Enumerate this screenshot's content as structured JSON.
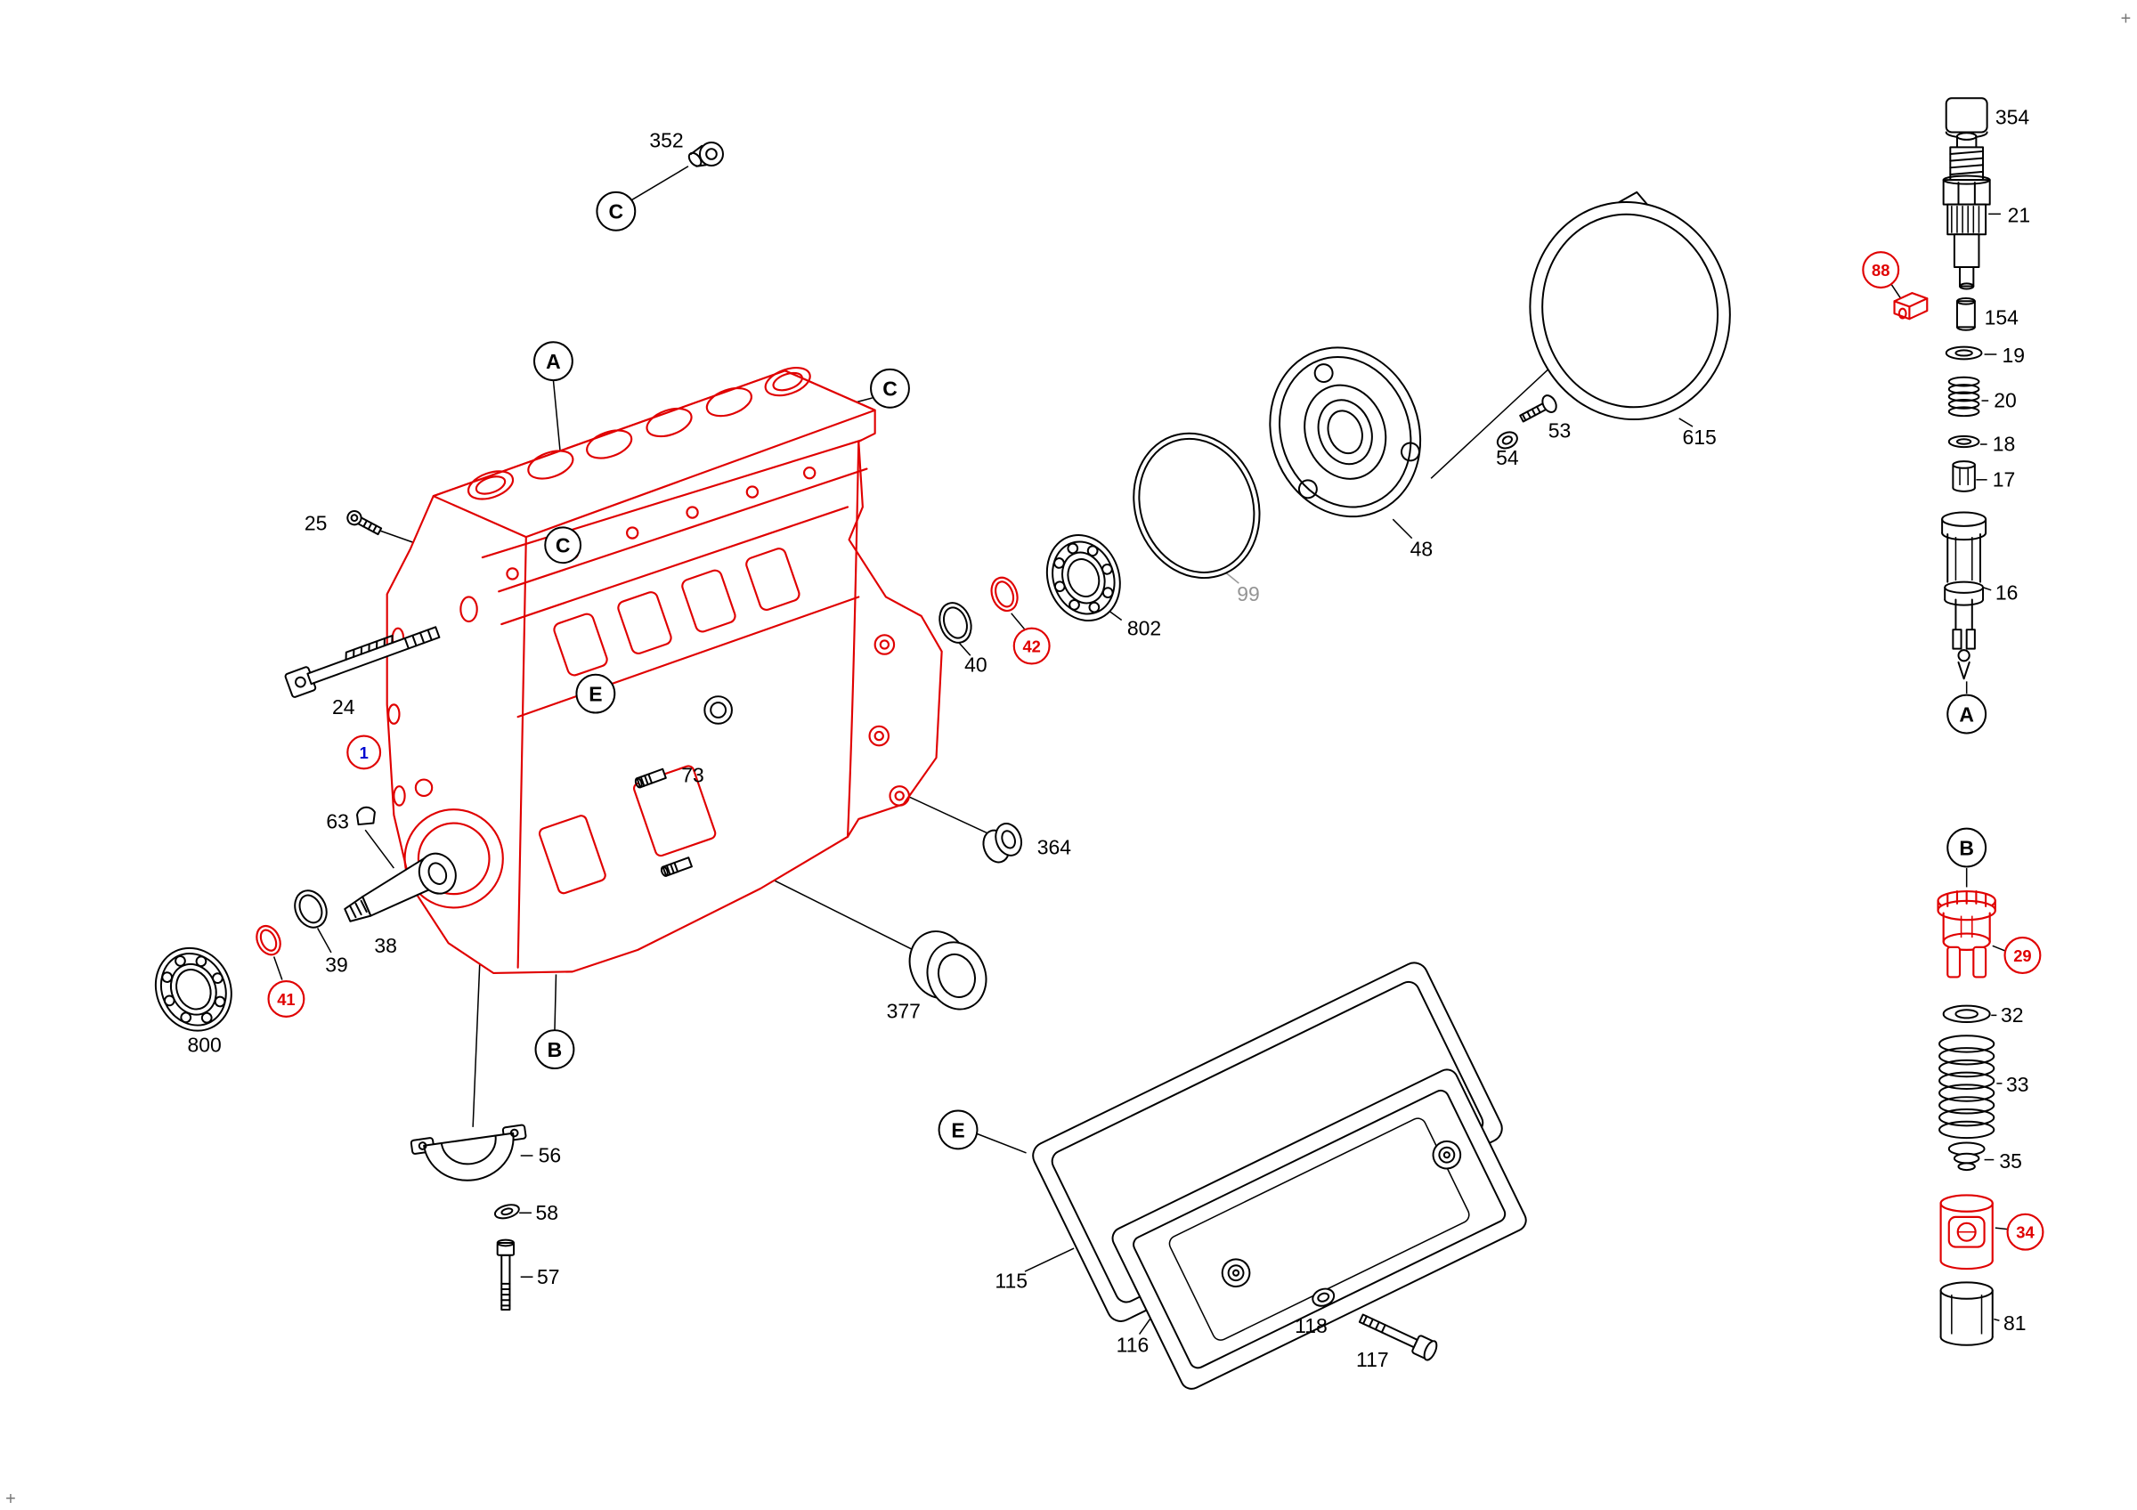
{
  "meta": {
    "kind": "exploded-parts-diagram",
    "subject": "inline-injection-pump"
  },
  "colors": {
    "highlight_red": "#e00000",
    "ref_blue": "#0008d0",
    "line_black": "#000000",
    "muted_gray": "#949494",
    "background": "#ffffff"
  },
  "callouts": {
    "A": "A",
    "B": "B",
    "C": "C",
    "E": "E"
  },
  "refs": {
    "r1": "1",
    "r29": "29",
    "r34": "34",
    "r41": "41",
    "r42": "42",
    "r88": "88"
  },
  "parts": {
    "n16": "16",
    "n17": "17",
    "n18": "18",
    "n19": "19",
    "n20": "20",
    "n21": "21",
    "n24": "24",
    "n25": "25",
    "n32": "32",
    "n33": "33",
    "n35": "35",
    "n38": "38",
    "n39": "39",
    "n40": "40",
    "n48": "48",
    "n53": "53",
    "n54": "54",
    "n56": "56",
    "n57": "57",
    "n58": "58",
    "n63": "63",
    "n73": "73",
    "n81": "81",
    "n99": "99",
    "n115": "115",
    "n116": "116",
    "n117": "117",
    "n118": "118",
    "n154": "154",
    "n352": "352",
    "n354": "354",
    "n364": "364",
    "n377": "377",
    "n615": "615",
    "n800": "800",
    "n802": "802"
  },
  "marks": {
    "plus": "+"
  }
}
